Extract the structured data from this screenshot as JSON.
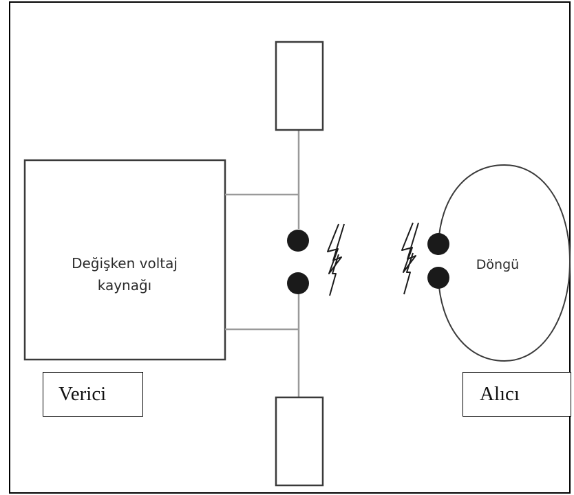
{
  "diagram": {
    "source_label_line1": "Değişken voltaj",
    "source_label_line2": "kaynağı",
    "loop_label": "Döngü",
    "transmitter_label": "Verici",
    "receiver_label": "Alıcı"
  },
  "colors": {
    "line": "#9a9a9a",
    "outline": "#3a3a3a",
    "dot": "#1a1a1a",
    "frame": "#000000"
  }
}
